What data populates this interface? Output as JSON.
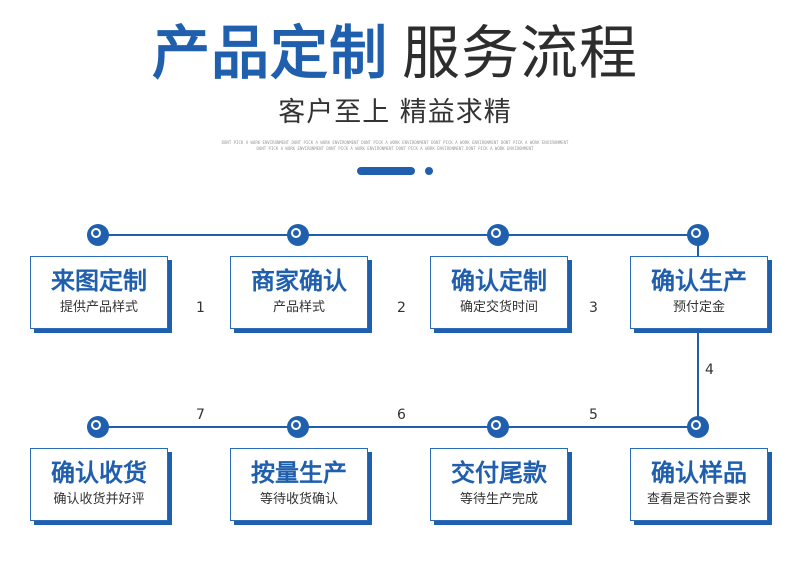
{
  "header": {
    "title_main": "产品定制",
    "title_rest": "服务流程",
    "subtitle": "客户至上 精益求精",
    "fine_line1": "DONT PICK A WORK ENVIRONMENT DONT PICK A WORK ENVIRONMENT DONT PICK A WORK ENVIRONMENT DONT PICK A WORK ENVIRONMENT DONT PICK A WORK ENVIRONMENT",
    "fine_line2": "DONT PICK A WORK ENVIRONMENT DONT PICK A WORK ENVIRONMENT DONT PICK A WORK ENVIRONMENT DONT PICK A WORK ENVIRONMENT"
  },
  "steps": [
    {
      "title": "来图定制",
      "desc": "提供产品样式"
    },
    {
      "title": "商家确认",
      "desc": "产品样式"
    },
    {
      "title": "确认定制",
      "desc": "确定交货时间"
    },
    {
      "title": "确认生产",
      "desc": "预付定金"
    },
    {
      "title": "确认收货",
      "desc": "确认收货并好评"
    },
    {
      "title": "按量生产",
      "desc": "等待收货确认"
    },
    {
      "title": "交付尾款",
      "desc": "等待生产完成"
    },
    {
      "title": "确认样品",
      "desc": "查看是否符合要求"
    }
  ],
  "numbers": [
    "1",
    "2",
    "3",
    "4",
    "5",
    "6",
    "7"
  ],
  "colors": {
    "accent": "#1f5fae",
    "text": "#333333"
  }
}
